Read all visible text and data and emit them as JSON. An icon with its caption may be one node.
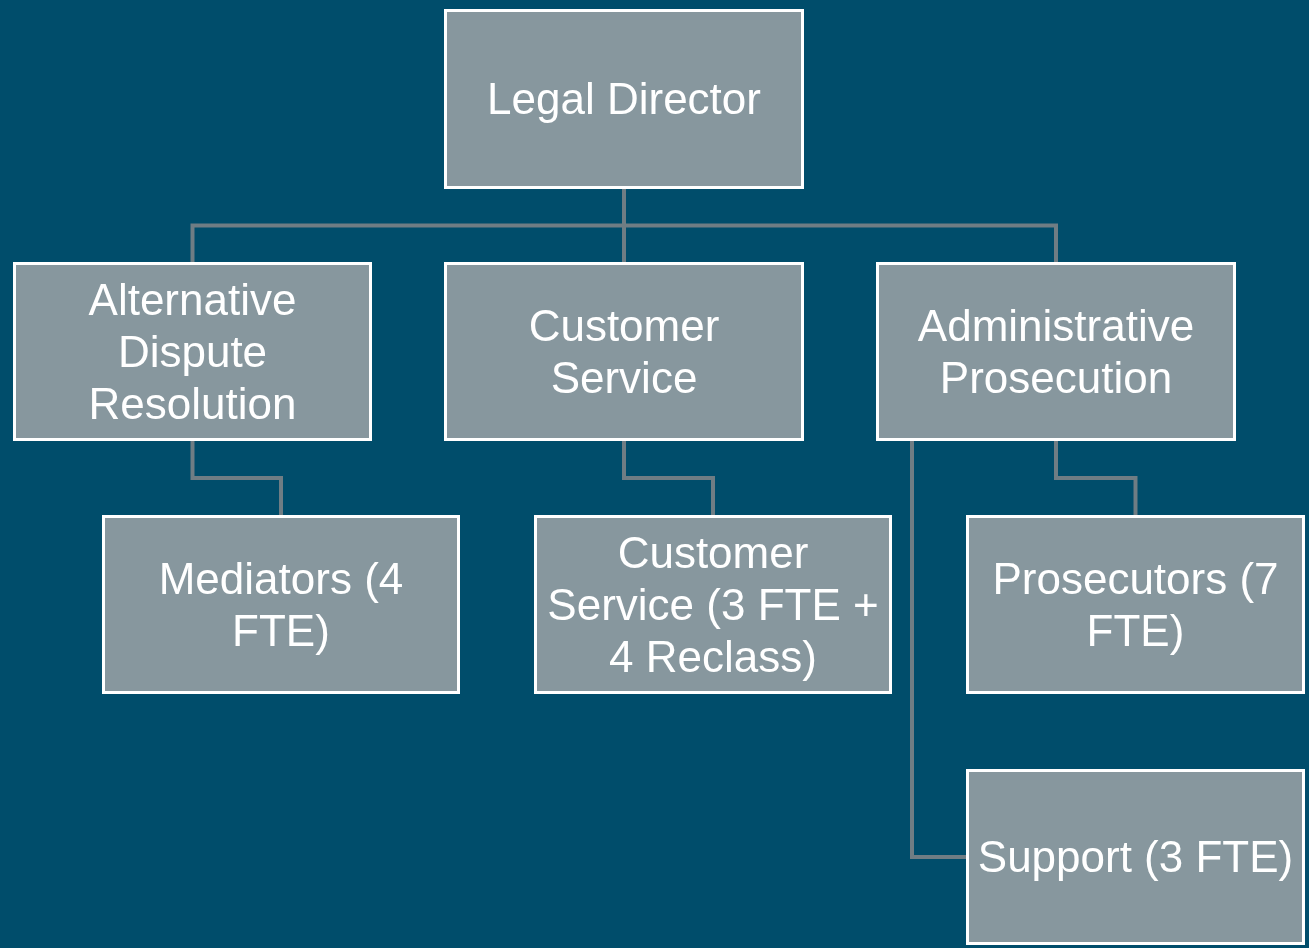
{
  "diagram": {
    "nodes": [
      {
        "text": [
          "Legal Director"
        ]
      },
      {
        "text": [
          "Alternative Dispute Resolution"
        ]
      },
      {
        "text": [
          "Customer Service"
        ]
      },
      {
        "text": [
          "Administrative Prosecution"
        ]
      },
      {
        "text": [
          "Mediators (4 FTE)"
        ]
      },
      {
        "text": [
          "Customer Service (3 FTE + 4 Reclass)"
        ]
      },
      {
        "text": [
          "Prosecutors (7 FTE)"
        ]
      },
      {
        "text": [
          "Support (3 FTE)"
        ]
      }
    ],
    "edges": [
      {
        "from": 0,
        "to": 1,
        "arrow": "none"
      },
      {
        "from": 0,
        "to": 2,
        "arrow": "none"
      },
      {
        "from": 0,
        "to": 3,
        "arrow": "none"
      },
      {
        "from": 1,
        "to": 4,
        "arrow": "none"
      },
      {
        "from": 2,
        "to": 5,
        "arrow": "none"
      },
      {
        "from": 3,
        "to": 6,
        "arrow": "none"
      },
      {
        "from": 3,
        "to": 7,
        "arrow": "none"
      }
    ]
  }
}
